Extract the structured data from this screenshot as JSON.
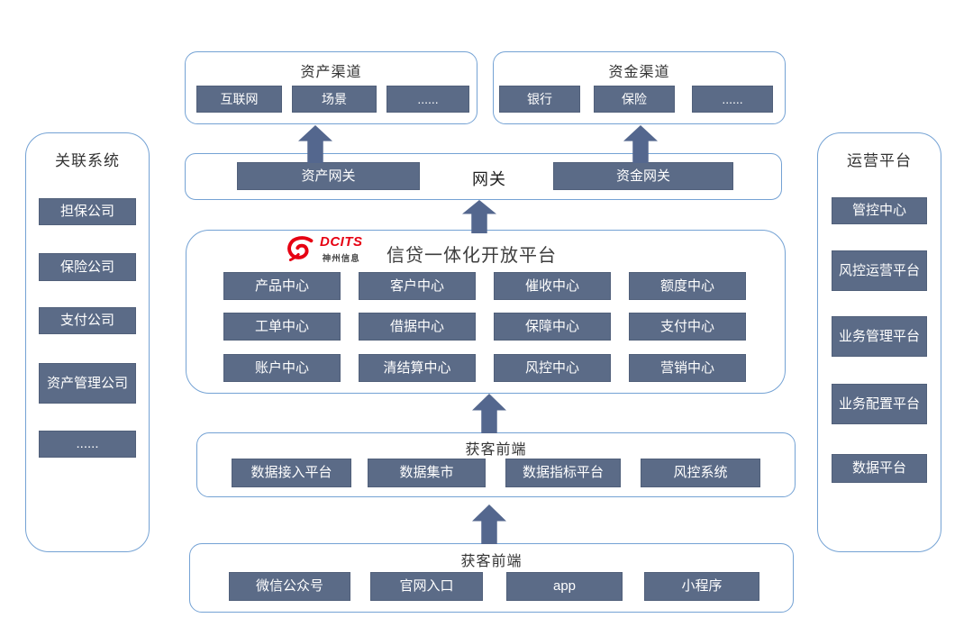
{
  "left_panel": {
    "title": "关联系统",
    "items": [
      "担保公司",
      "保险公司",
      "支付公司",
      "资产管理公司",
      "......"
    ]
  },
  "right_panel": {
    "title": "运营平台",
    "items": [
      "管控中心",
      "风控运营平台",
      "业务管理平台",
      "业务配置平台",
      "数据平台"
    ]
  },
  "asset_channel": {
    "title": "资产渠道",
    "items": [
      "互联网",
      "场景",
      "......"
    ]
  },
  "fund_channel": {
    "title": "资金渠道",
    "items": [
      "银行",
      "保险",
      "......"
    ]
  },
  "gateway": {
    "title": "网关",
    "asset_gateway": "资产网关",
    "fund_gateway": "资金网关"
  },
  "platform": {
    "title": "信贷一体化开放平台",
    "logo": {
      "brand": "DCITS",
      "company": "神州信息"
    },
    "centers": [
      "产品中心",
      "客户中心",
      "催收中心",
      "额度中心",
      "工单中心",
      "借据中心",
      "保障中心",
      "支付中心",
      "账户中心",
      "清结算中心",
      "风控中心",
      "营销中心"
    ]
  },
  "data_layer": {
    "title": "获客前端",
    "items": [
      "数据接入平台",
      "数据集市",
      "数据指标平台",
      "风控系统"
    ]
  },
  "acquisition_layer": {
    "title": "获客前端",
    "items": [
      "微信公众号",
      "官网入口",
      "app",
      "小程序"
    ]
  },
  "colors": {
    "chip_fill": "#5b6b87",
    "arrow_fill": "#54678e",
    "container_border": "#74a2d4",
    "logo_red": "#e60012"
  }
}
